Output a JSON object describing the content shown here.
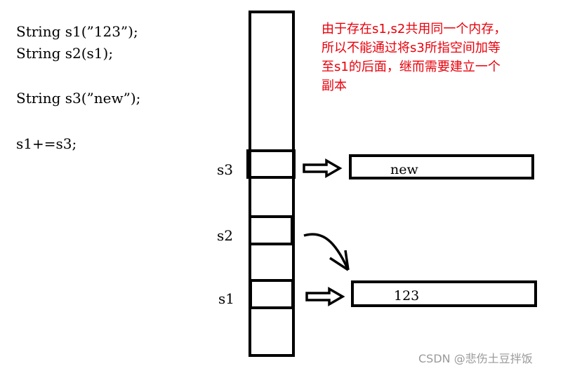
{
  "code": {
    "line1": "String s1(”123”);",
    "line2": "String s2(s1);",
    "line3": "String s3(”new”);",
    "line4": "s1+=s3;"
  },
  "labels": {
    "s3": "s3",
    "s2": "s2",
    "s1": "s1"
  },
  "boxes": {
    "s3_value": "new",
    "s1_value": "123"
  },
  "note": {
    "line1": "由于存在s1,s2共用同一个内存，",
    "line2": "所以不能通过将s3所指空间加等",
    "line3": "至s1的后面，继而需要建立一个",
    "line4": "副本"
  },
  "watermark": "CSDN @悲伤土豆拌饭",
  "colors": {
    "note": "#e8000b",
    "stroke": "#000000",
    "watermark": "#9a9a9a"
  }
}
